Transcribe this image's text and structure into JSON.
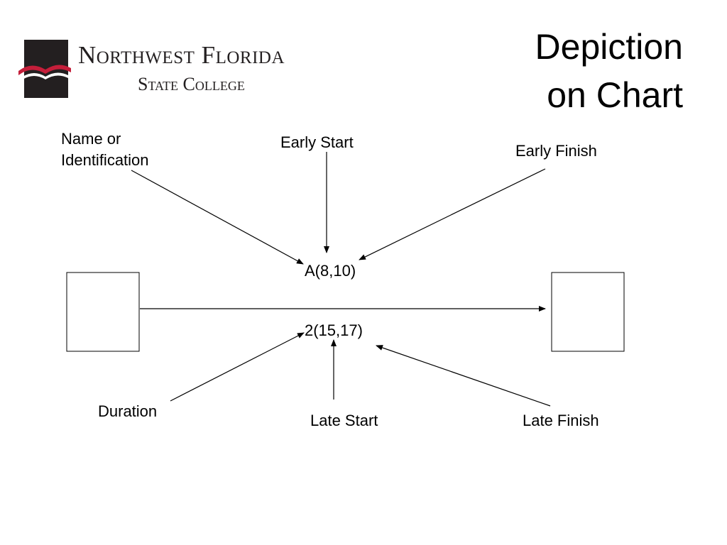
{
  "logo": {
    "line1": "Northwest Florida",
    "line2": "State College",
    "colors": {
      "red": "#c41e3a",
      "dark": "#231f20"
    }
  },
  "title": {
    "line1": "Depiction",
    "line2": "on Chart"
  },
  "activity": {
    "top_label": "A(8,10)",
    "bottom_label": "2(15,17)"
  },
  "callouts": {
    "name": {
      "line1": "Name or",
      "line2": "Identification"
    },
    "early_start": "Early Start",
    "early_finish": "Early Finish",
    "duration": "Duration",
    "late_start": "Late Start",
    "late_finish": "Late Finish"
  }
}
